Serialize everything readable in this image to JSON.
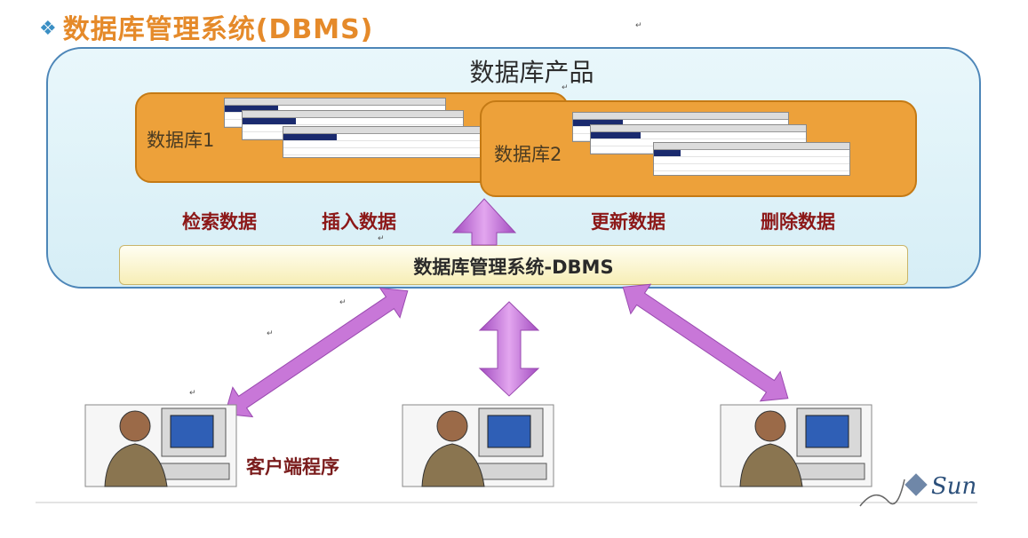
{
  "title": {
    "bullet": "❖",
    "text": "数据库管理系统(DBMS)"
  },
  "product_panel": {
    "title": "数据库产品"
  },
  "databases": [
    {
      "label": "数据库1"
    },
    {
      "label": "数据库2"
    }
  ],
  "operations": [
    "检索数据",
    "插入数据",
    "更新数据",
    "删除数据"
  ],
  "dbms_bar": {
    "label": "数据库管理系统-DBMS"
  },
  "client": {
    "label": "客户端程序"
  },
  "logo": {
    "text": "Sun"
  },
  "colors": {
    "accent_orange": "#eda13a",
    "panel_border": "#4d86b8",
    "arrow_purple": "#c877d8",
    "title_orange": "#e58a2a"
  },
  "icons": [
    "four-diamond-bullet-icon",
    "client-computer-icon",
    "sun-logo-icon"
  ]
}
